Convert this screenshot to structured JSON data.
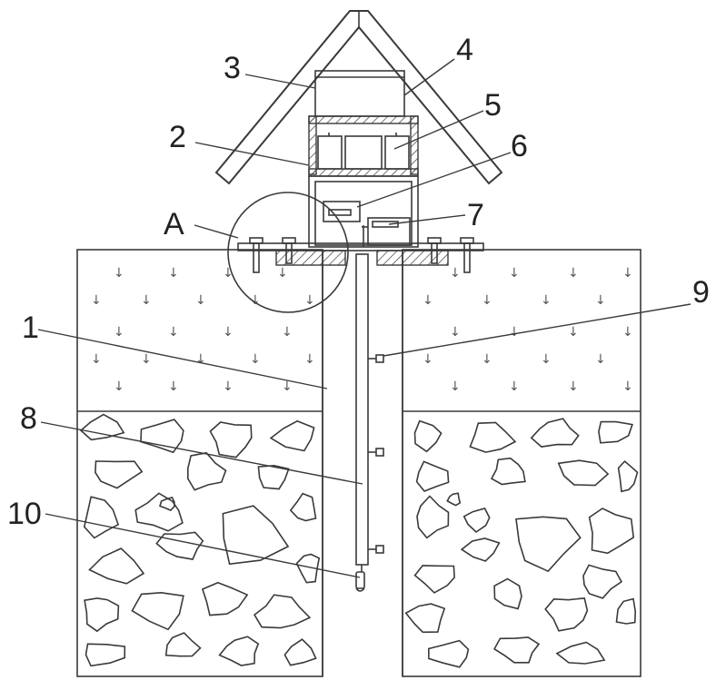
{
  "labels": {
    "n1": "1",
    "n2": "2",
    "n3": "3",
    "n4": "4",
    "n5": "5",
    "n6": "6",
    "n7": "7",
    "n8": "8",
    "n9": "9",
    "n10": "10",
    "detail": "A"
  },
  "soil_symbol": "↓"
}
